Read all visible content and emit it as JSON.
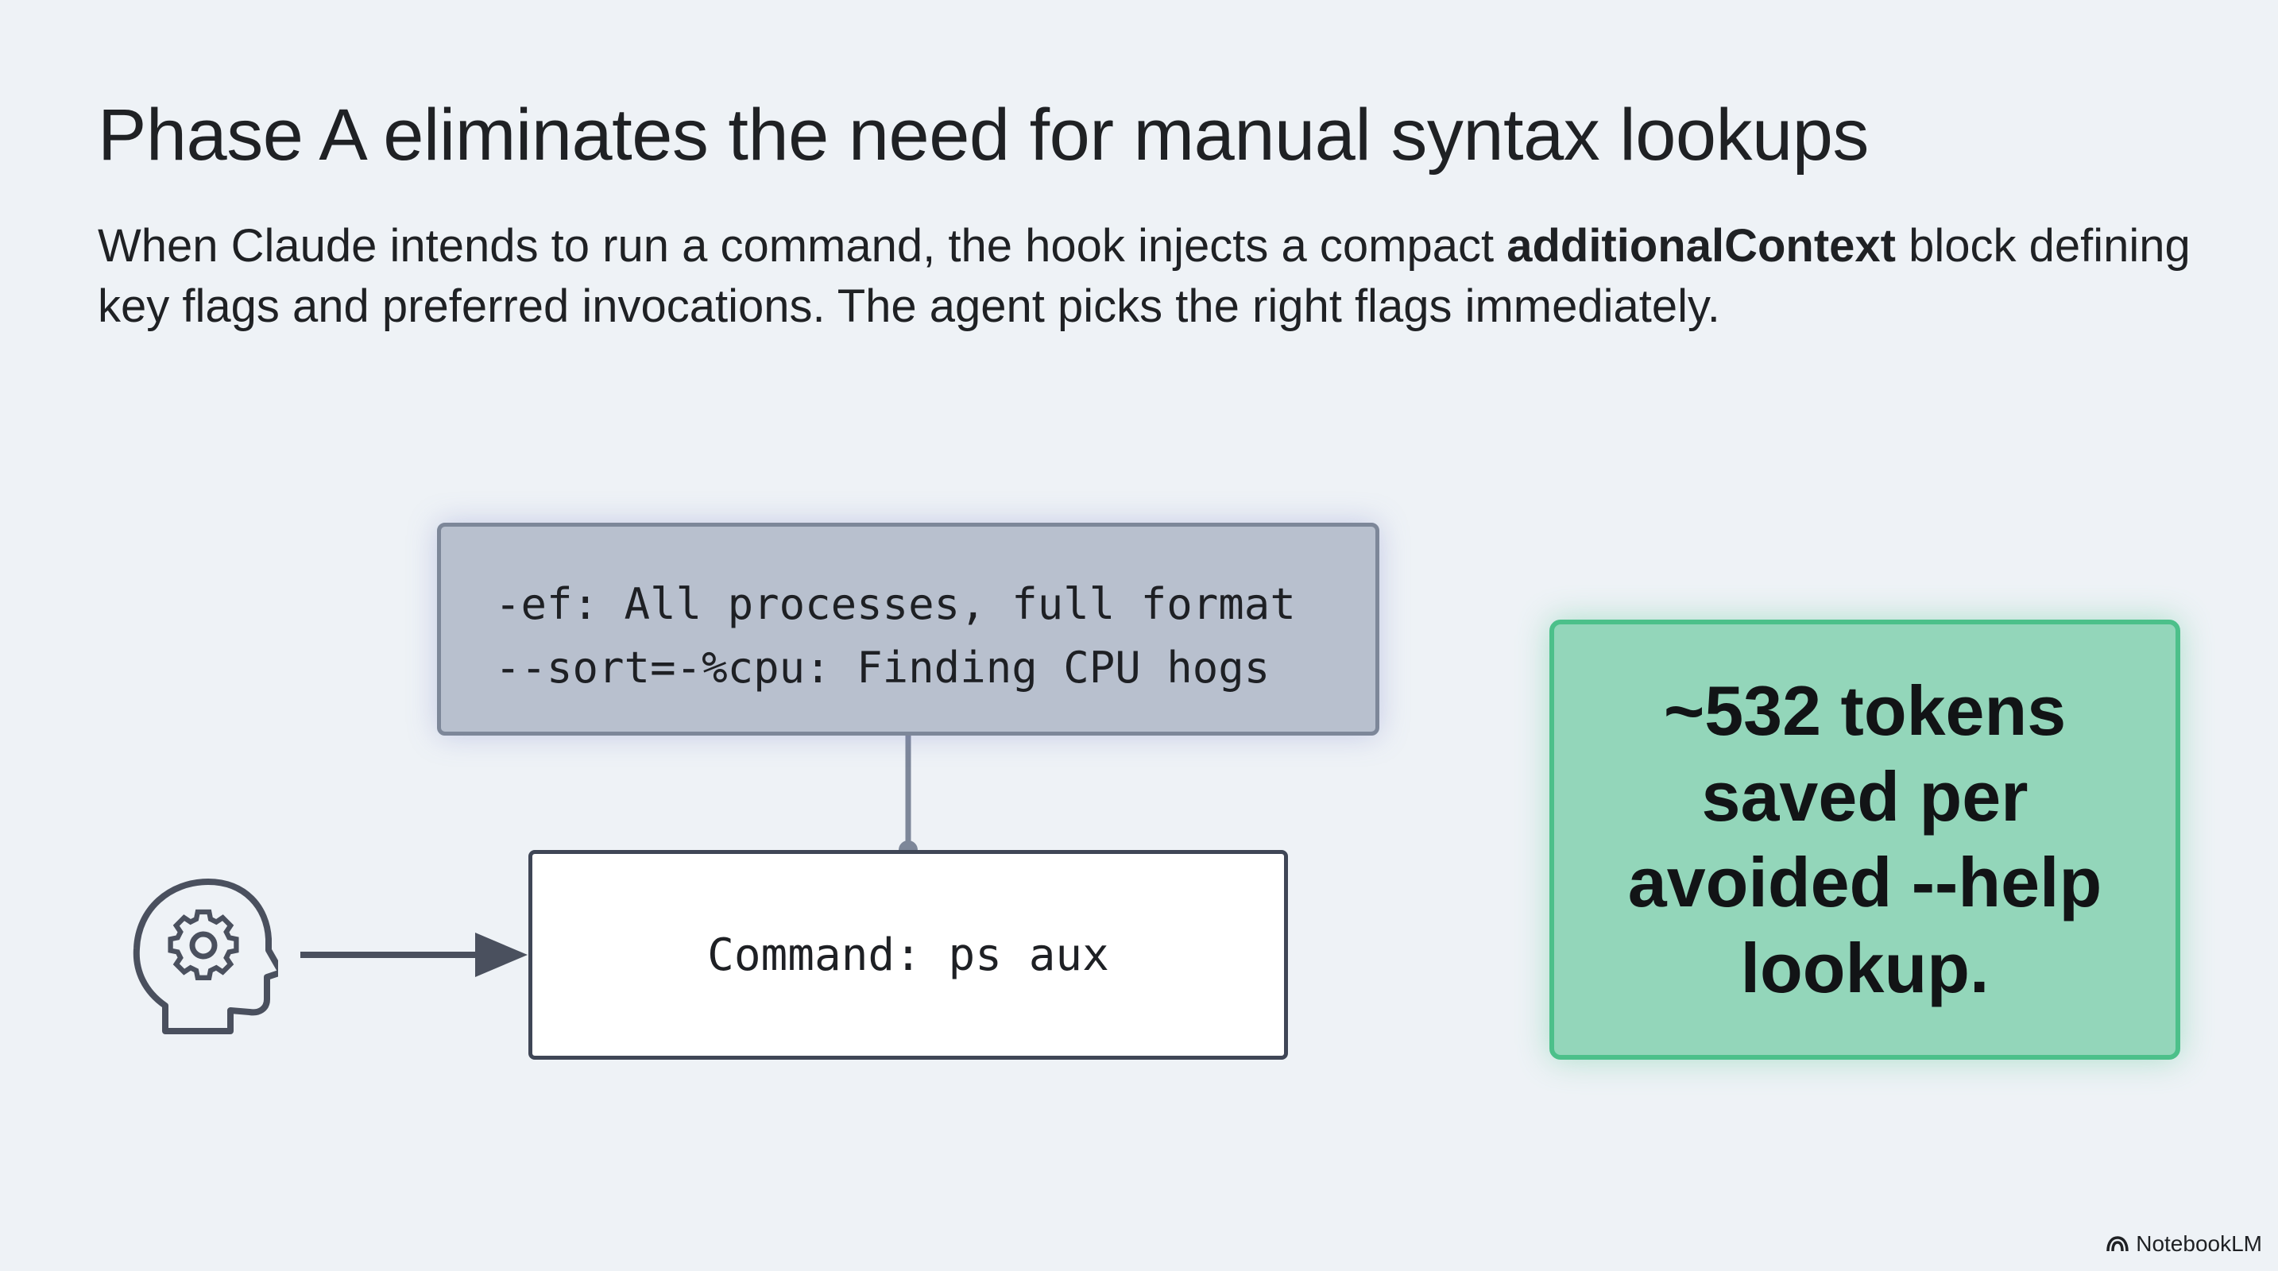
{
  "slide": {
    "title": "Phase A eliminates the need for manual syntax lookups",
    "subtitle_pre": "When Claude intends to run a command, the hook injects a compact ",
    "subtitle_bold": "additionalContext",
    "subtitle_post": " block defining key flags and preferred invocations. The agent picks the right flags immediately."
  },
  "diagram": {
    "flags": [
      "-ef: All processes, full format",
      "--sort=-%cpu: Finding CPU hogs"
    ],
    "command": "Command: ps aux",
    "agent_icon": "head-gear-icon"
  },
  "stat": {
    "text": "~532 tokens saved per avoided --help lookup."
  },
  "brand": {
    "name": "NotebookLM",
    "icon": "notebooklm-logo-icon"
  },
  "colors": {
    "background": "#eef2f6",
    "flags_box": "#b8c0ce",
    "stat_box": "#93d6ba",
    "stat_border": "#4cc08a",
    "stroke": "#3f4656"
  }
}
